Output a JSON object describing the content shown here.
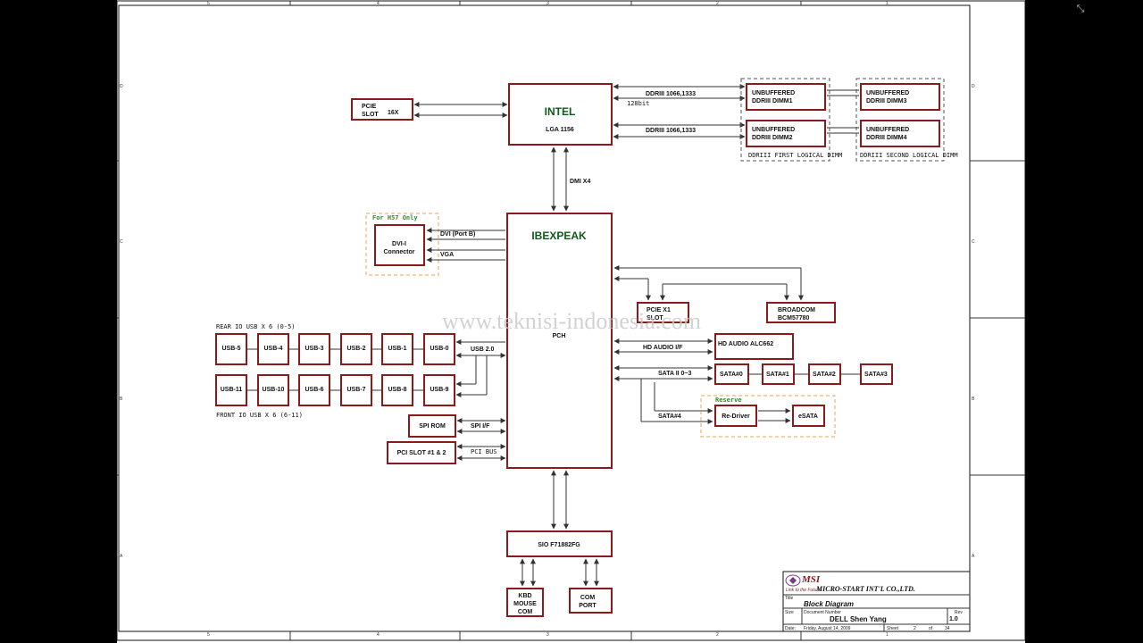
{
  "watermark": "www.teknisi-indonesia.com",
  "zones": {
    "top": [
      "5",
      "4",
      "3",
      "2",
      "1"
    ],
    "bottom": [
      "5",
      "4",
      "3",
      "2",
      "1"
    ],
    "left": [
      "D",
      "C",
      "B",
      "A"
    ],
    "right": [
      "D",
      "C",
      "B",
      "A"
    ]
  },
  "cpu": {
    "title": "INTEL",
    "subtitle": "LGA 1156"
  },
  "pcie_slot": {
    "line1": "PCIE",
    "line2": "SLOT",
    "lanes": "16X"
  },
  "memory": {
    "bus1": "DDRIII 1066,1333",
    "bus1_width": "128bit",
    "bus2": "DDRIII 1066,1333",
    "dimm1": {
      "line1": "UNBUFFERED",
      "line2": "DDRIII  DIMM1"
    },
    "dimm2": {
      "line1": "UNBUFFERED",
      "line2": "DDRIII DIMM2"
    },
    "dimm3": {
      "line1": "UNBUFFERED",
      "line2": "DDRIII DIMM3"
    },
    "dimm4": {
      "line1": "UNBUFFERED",
      "line2": "DDRIII DIMM4"
    },
    "group1": "DDRIII FIRST LOGICAL DIMM",
    "group2": "DDRIII SECOND LOGICAL DIMM"
  },
  "dmi": "DMI X4",
  "pch": {
    "title": "IBEXPEAK",
    "label": "PCH"
  },
  "dvi": {
    "note": "For H57 Only",
    "line1": "DVI-I",
    "line2": "Connector",
    "bus1": "DVI (Port B)",
    "bus2": "VGA"
  },
  "pcie_x1": {
    "line1": "PCIE X1",
    "line2": "SLOT"
  },
  "broadcom": {
    "line1": "BROADCOM",
    "line2": "BCM57780"
  },
  "hd_audio": {
    "bus": "HD AUDIO I/F",
    "chip": "HD AUDIO ALC662"
  },
  "sata": {
    "bus": "SATA II 0~3",
    "ports": [
      "SATA#0",
      "SATA#1",
      "SATA#2",
      "SATA#3"
    ],
    "esata_bus": "SATA#4",
    "reserve": "Reserve",
    "redriver": "Re-Driver",
    "esata": "eSATA"
  },
  "usb": {
    "rear_label": "REAR IO USB X 6 (0-5)",
    "front_label": "FRONT IO USB X 6 (6-11)",
    "bus": "USB 2.0",
    "rear": [
      "USB-5",
      "USB-4",
      "USB-3",
      "USB-2",
      "USB-1",
      "USB-0"
    ],
    "front": [
      "USB-11",
      "USB-10",
      "USB-6",
      "USB-7",
      "USB-8",
      "USB-9"
    ]
  },
  "spi": {
    "chip": "SPI ROM",
    "bus": "SPI I/F"
  },
  "pci": {
    "chip": "PCI SLOT #1 & 2",
    "bus": "PCI BUS"
  },
  "sio": {
    "chip": "SIO F71882FG",
    "kbd1": "KBD",
    "kbd2": "MOUSE",
    "kbd3": "COM",
    "com1": "COM",
    "com2": "PORT"
  },
  "title_block": {
    "logo": "MSI",
    "slogan": "Link to the Future",
    "company": "MICRO-START INT'L CO.,LTD.",
    "title_caption": "Title",
    "title": "Block Diagram",
    "size_caption": "Size",
    "docnum_caption": "Document Number",
    "docnum": "DELL Shen Yang",
    "rev_caption": "Rev",
    "rev": "1.0",
    "date_caption": "Date:",
    "date": "Friday, August 14, 2009",
    "sheet_caption": "Sheet",
    "sheet": "2",
    "of_caption": "of",
    "sheets_total": "34"
  },
  "icons": {
    "corner": "collapse-arrows-icon"
  }
}
